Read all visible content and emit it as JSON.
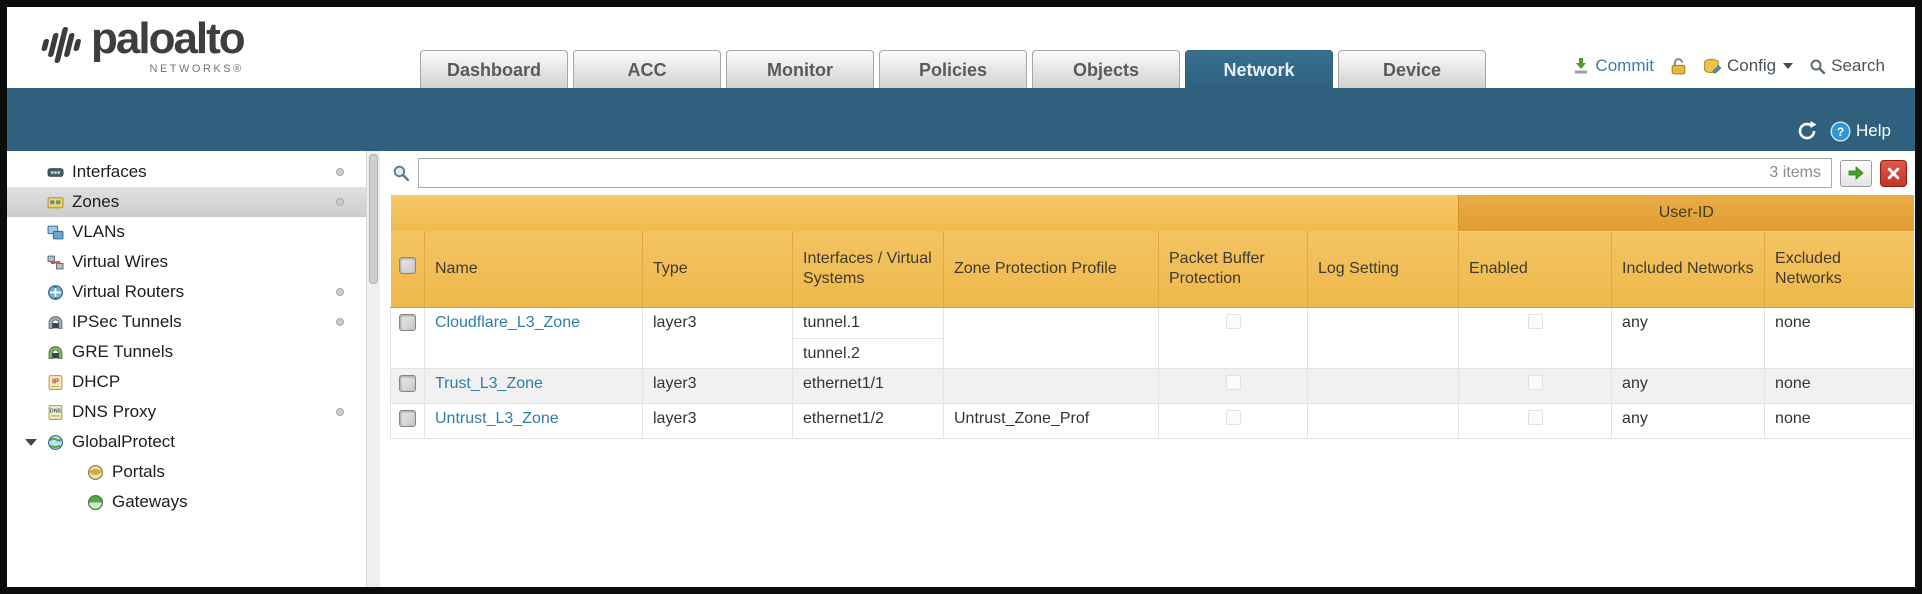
{
  "brand": {
    "name": "paloalto",
    "subname": "NETWORKS®"
  },
  "tabs": [
    {
      "label": "Dashboard",
      "active": false
    },
    {
      "label": "ACC",
      "active": false
    },
    {
      "label": "Monitor",
      "active": false
    },
    {
      "label": "Policies",
      "active": false
    },
    {
      "label": "Objects",
      "active": false
    },
    {
      "label": "Network",
      "active": true
    },
    {
      "label": "Device",
      "active": false
    }
  ],
  "utilities": {
    "commit": "Commit",
    "config": "Config",
    "search": "Search"
  },
  "band": {
    "help": "Help"
  },
  "sidebar": {
    "items": [
      {
        "label": "Interfaces",
        "icon": "interfaces-icon",
        "dot": true
      },
      {
        "label": "Zones",
        "icon": "zones-icon",
        "dot": true,
        "selected": true
      },
      {
        "label": "VLANs",
        "icon": "vlans-icon"
      },
      {
        "label": "Virtual Wires",
        "icon": "virtual-wires-icon"
      },
      {
        "label": "Virtual Routers",
        "icon": "virtual-routers-icon",
        "dot": true
      },
      {
        "label": "IPSec Tunnels",
        "icon": "ipsec-tunnels-icon",
        "dot": true
      },
      {
        "label": "GRE Tunnels",
        "icon": "gre-tunnels-icon"
      },
      {
        "label": "DHCP",
        "icon": "dhcp-icon"
      },
      {
        "label": "DNS Proxy",
        "icon": "dns-proxy-icon",
        "dot": true
      },
      {
        "label": "GlobalProtect",
        "icon": "globalprotect-icon",
        "expanded": true
      },
      {
        "label": "Portals",
        "icon": "portals-icon",
        "child": true
      },
      {
        "label": "Gateways",
        "icon": "gateways-icon",
        "child": true
      }
    ]
  },
  "filter": {
    "value": "",
    "count": "3 items"
  },
  "table": {
    "group_header": "User-ID",
    "columns": [
      "Name",
      "Type",
      "Interfaces / Virtual Systems",
      "Zone Protection Profile",
      "Packet Buffer Protection",
      "Log Setting",
      "Enabled",
      "Included Networks",
      "Excluded Networks"
    ],
    "rows": [
      {
        "name": "Cloudflare_L3_Zone",
        "type": "layer3",
        "interfaces": [
          "tunnel.1",
          "tunnel.2"
        ],
        "zone_protection_profile": "",
        "log_setting": "",
        "included_networks": "any",
        "excluded_networks": "none"
      },
      {
        "name": "Trust_L3_Zone",
        "type": "layer3",
        "interfaces": [
          "ethernet1/1"
        ],
        "zone_protection_profile": "",
        "log_setting": "",
        "included_networks": "any",
        "excluded_networks": "none"
      },
      {
        "name": "Untrust_L3_Zone",
        "type": "layer3",
        "interfaces": [
          "ethernet1/2"
        ],
        "zone_protection_profile": "Untrust_Zone_Prof",
        "log_setting": "",
        "included_networks": "any",
        "excluded_networks": "none"
      }
    ]
  },
  "colors": {
    "accent_teal": "#2f617f",
    "header_orange": "#efba4e",
    "group_orange": "#e09c31",
    "link": "#2e7ea8"
  }
}
